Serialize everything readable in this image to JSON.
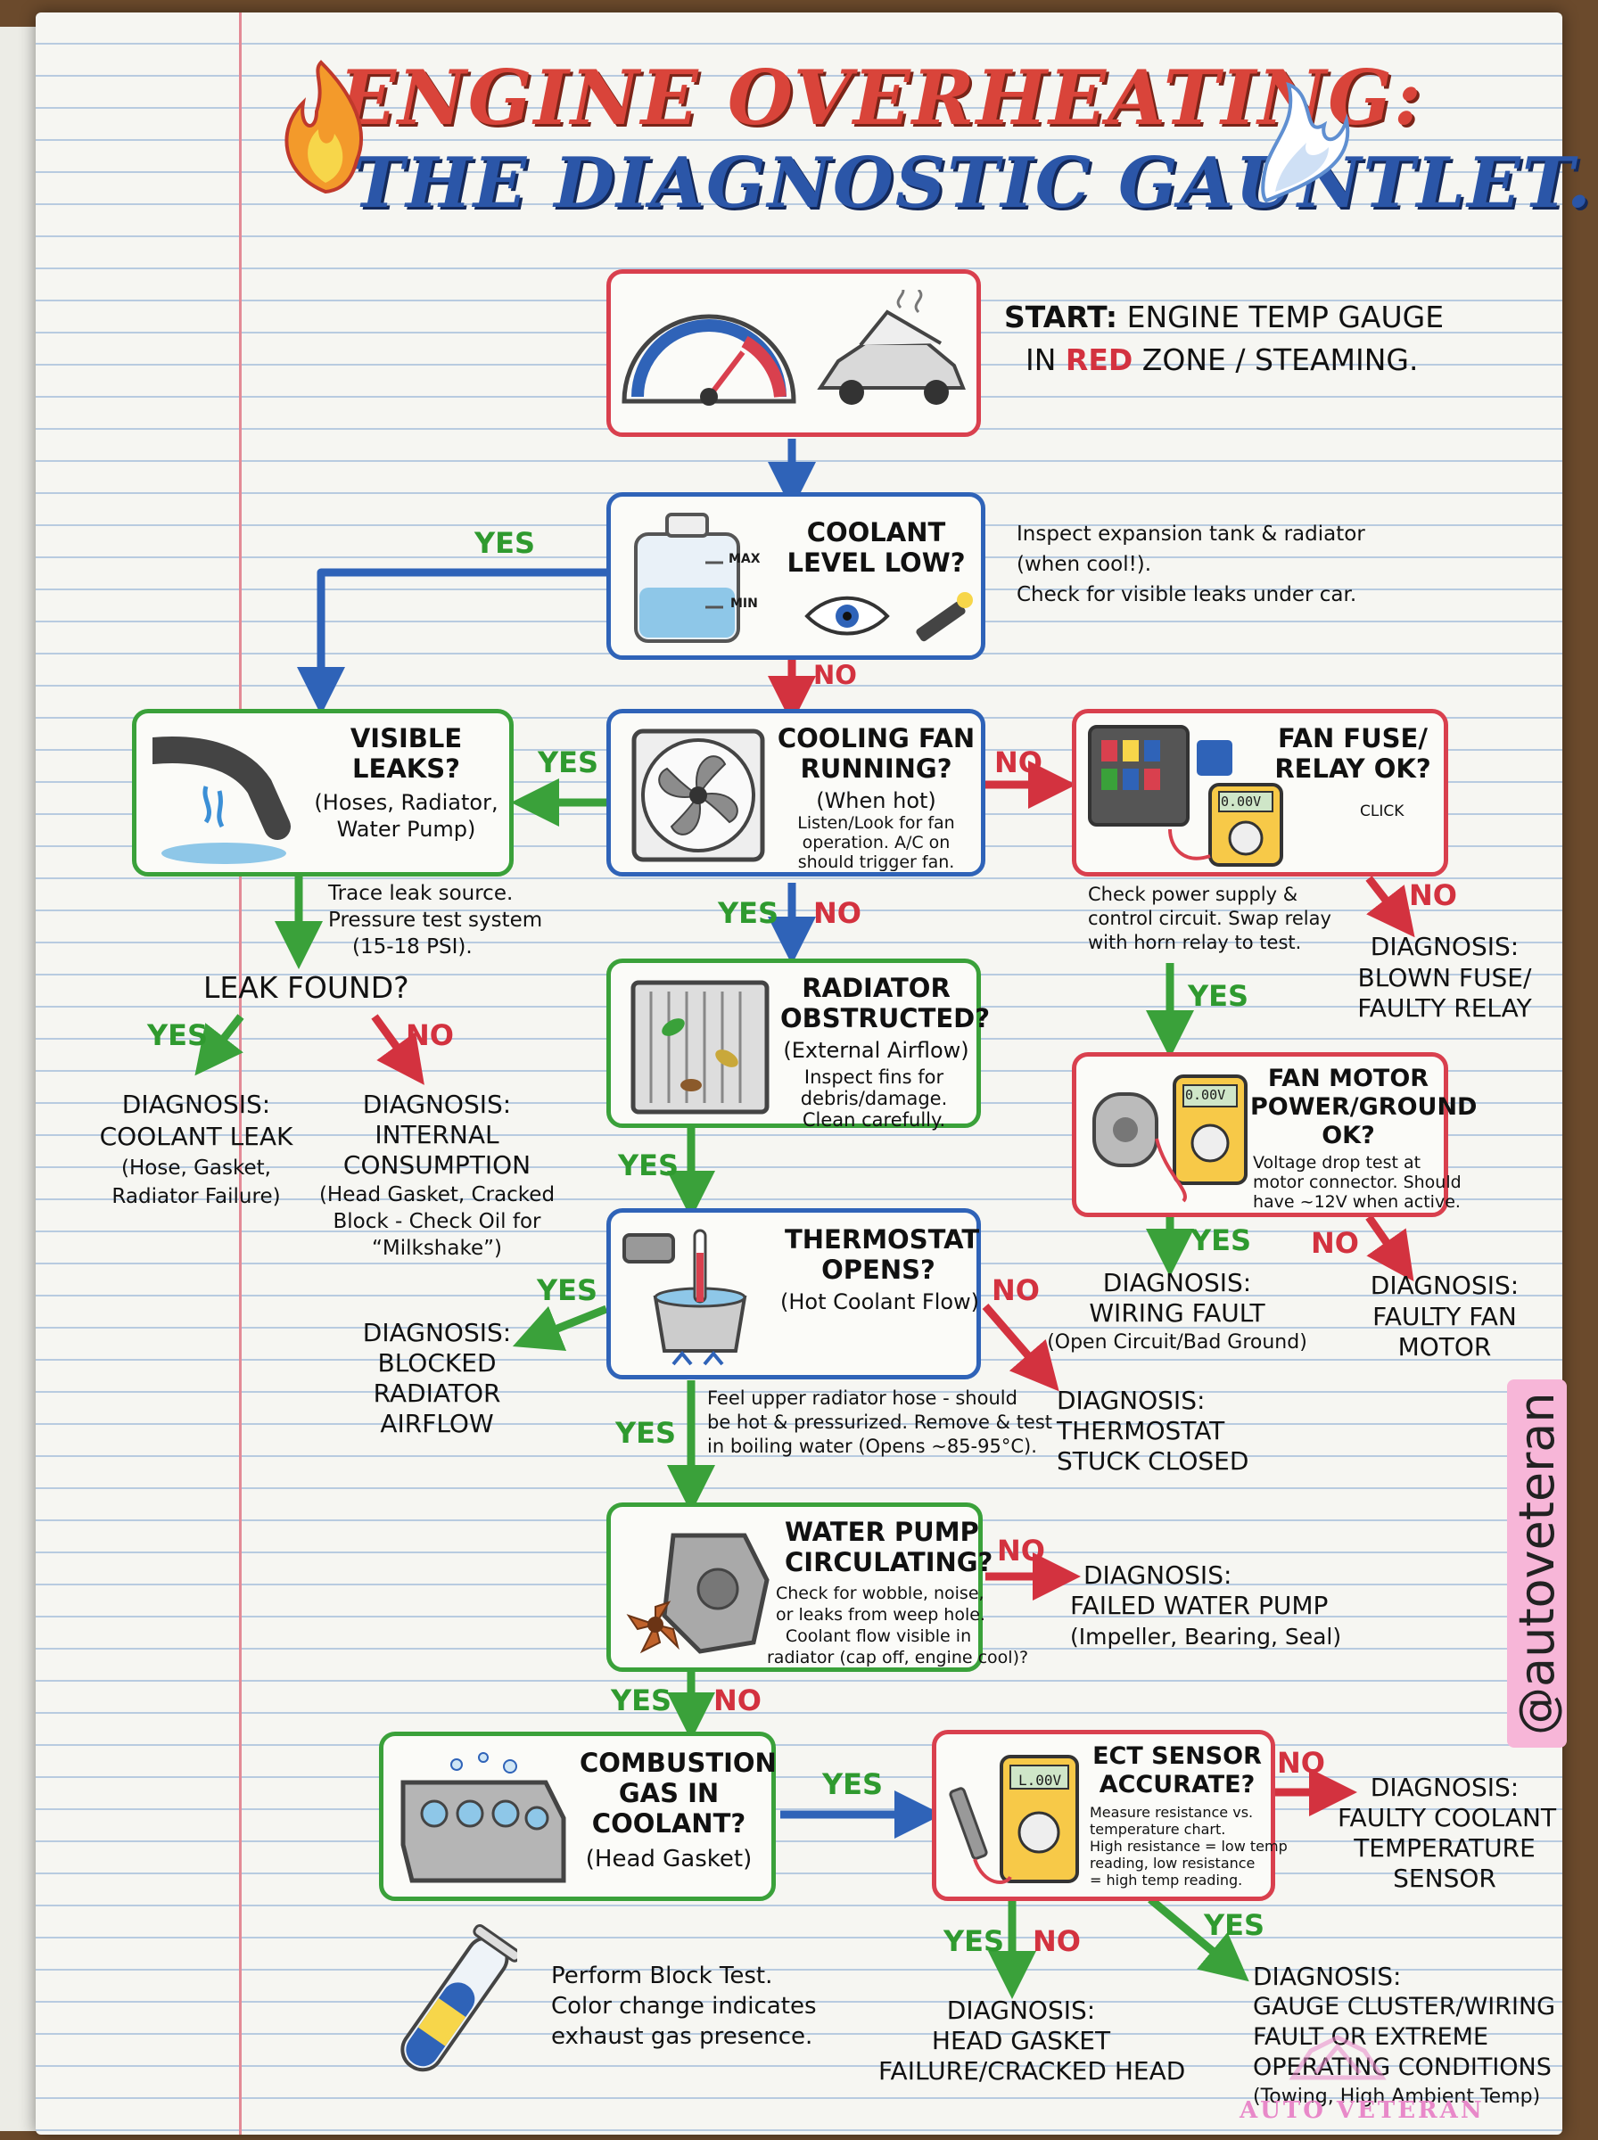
{
  "title": {
    "line1": "ENGINE OVERHEATING:",
    "line2": "THE DIAGNOSTIC GAUNTLET."
  },
  "start": {
    "label_start": "START:",
    "label_rest": "ENGINE TEMP GAUGE",
    "line2_pre": "IN",
    "line2_red": "RED",
    "line2_post": "ZONE / STEAMING."
  },
  "coolant": {
    "q1": "COOLANT",
    "q2": "LEVEL LOW?",
    "max": "MAX",
    "min": "MIN",
    "note": [
      "Inspect expansion tank & radiator",
      "(when cool!).",
      "Check for visible leaks under car."
    ]
  },
  "leaks": {
    "q1": "VISIBLE",
    "q2": "LEAKS?",
    "s1": "(Hoses, Radiator,",
    "s2": "Water Pump)",
    "note": [
      "Trace leak source.",
      "Pressure test system",
      "(15-18 PSI)."
    ]
  },
  "leak_found": "LEAK FOUND?",
  "diag_coolant_leak": {
    "l1": "DIAGNOSIS:",
    "l2": "COOLANT LEAK",
    "l3": "(Hose, Gasket,",
    "l4": "Radiator Failure)"
  },
  "diag_internal": {
    "l1": "DIAGNOSIS:",
    "l2": "INTERNAL",
    "l3": "CONSUMPTION",
    "l4": "(Head Gasket, Cracked",
    "l5": "Block - Check Oil for",
    "l6": "“Milkshake”)"
  },
  "fan": {
    "q1": "COOLING FAN",
    "q2": "RUNNING?",
    "s1": "(When hot)",
    "n1": "Listen/Look for fan",
    "n2": "operation. A/C on",
    "n3": "should trigger fan."
  },
  "fuse": {
    "q1": "FAN FUSE/",
    "q2": "RELAY OK?",
    "meter": "0.00V",
    "click": "CLICK",
    "note": [
      "Check power supply &",
      "control circuit. Swap relay",
      "with horn relay to test."
    ]
  },
  "diag_fuse": {
    "l1": "DIAGNOSIS:",
    "l2": "BLOWN FUSE/",
    "l3": "FAULTY RELAY"
  },
  "radiator": {
    "q1": "RADIATOR",
    "q2": "OBSTRUCTED?",
    "s1": "(External Airflow)",
    "n1": "Inspect fins for",
    "n2": "debris/damage.",
    "n3": "Clean carefully."
  },
  "motor": {
    "q1": "FAN MOTOR",
    "q2": "POWER/GROUND",
    "q3": "OK?",
    "meter": "0.00V",
    "n1": "Voltage drop test at",
    "n2": "motor connector. Should",
    "n3": "have ~12V when active."
  },
  "diag_wiring": {
    "l1": "DIAGNOSIS:",
    "l2": "WIRING FAULT",
    "l3": "(Open Circuit/Bad Ground)"
  },
  "diag_fan_motor": {
    "l1": "DIAGNOSIS:",
    "l2": "FAULTY FAN",
    "l3": "MOTOR"
  },
  "thermostat": {
    "q1": "THERMOSTAT",
    "q2": "OPENS?",
    "s1": "(Hot Coolant Flow)",
    "note": [
      "Feel upper radiator hose - should",
      "be hot & pressurized. Remove & test",
      "in boiling water (Opens ~85-95°C)."
    ]
  },
  "diag_blocked": {
    "l1": "DIAGNOSIS:",
    "l2": "BLOCKED",
    "l3": "RADIATOR",
    "l4": "AIRFLOW"
  },
  "diag_thermostat": {
    "l1": "DIAGNOSIS:",
    "l2": "THERMOSTAT",
    "l3": "STUCK CLOSED"
  },
  "pump": {
    "q1": "WATER PUMP",
    "q2": "CIRCULATING?",
    "n1": "Check for wobble, noise,",
    "n2": "or leaks from weep hole.",
    "n3": "Coolant flow visible in",
    "n4": "radiator (cap off, engine cool)?"
  },
  "diag_pump": {
    "l1": "DIAGNOSIS:",
    "l2": "FAILED WATER PUMP",
    "l3": "(Impeller, Bearing, Seal)"
  },
  "combustion": {
    "q1": "COMBUSTION",
    "q2": "GAS IN",
    "q3": "COOLANT?",
    "s1": "(Head Gasket)",
    "note": [
      "Perform Block Test.",
      "Color change indicates",
      "exhaust gas presence."
    ]
  },
  "ect": {
    "q1": "ECT SENSOR",
    "q2": "ACCURATE?",
    "meter": "L.00V",
    "n1": "Measure resistance vs.",
    "n2": "temperature chart.",
    "n3": "High resistance = low temp",
    "n4": "reading, low resistance",
    "n5": "= high temp reading."
  },
  "diag_ect": {
    "l1": "DIAGNOSIS:",
    "l2": "FAULTY COOLANT",
    "l3": "TEMPERATURE",
    "l4": "SENSOR"
  },
  "diag_head": {
    "l1": "DIAGNOSIS:",
    "l2": "HEAD GASKET",
    "l3": "FAILURE/CRACKED HEAD"
  },
  "diag_gauge": {
    "l1": "DIAGNOSIS:",
    "l2": "GAUGE CLUSTER/WIRING",
    "l3": "FAULT OR EXTREME",
    "l4": "OPERATING CONDITIONS",
    "l5": "(Towing, High Ambient Temp)"
  },
  "yes": "YES",
  "no": "NO",
  "handle": "@autoveteran",
  "watermark": "AUTO VETERAN",
  "colors": {
    "red": "#d9404e",
    "blue": "#2f63b8",
    "green": "#3aa13a"
  }
}
